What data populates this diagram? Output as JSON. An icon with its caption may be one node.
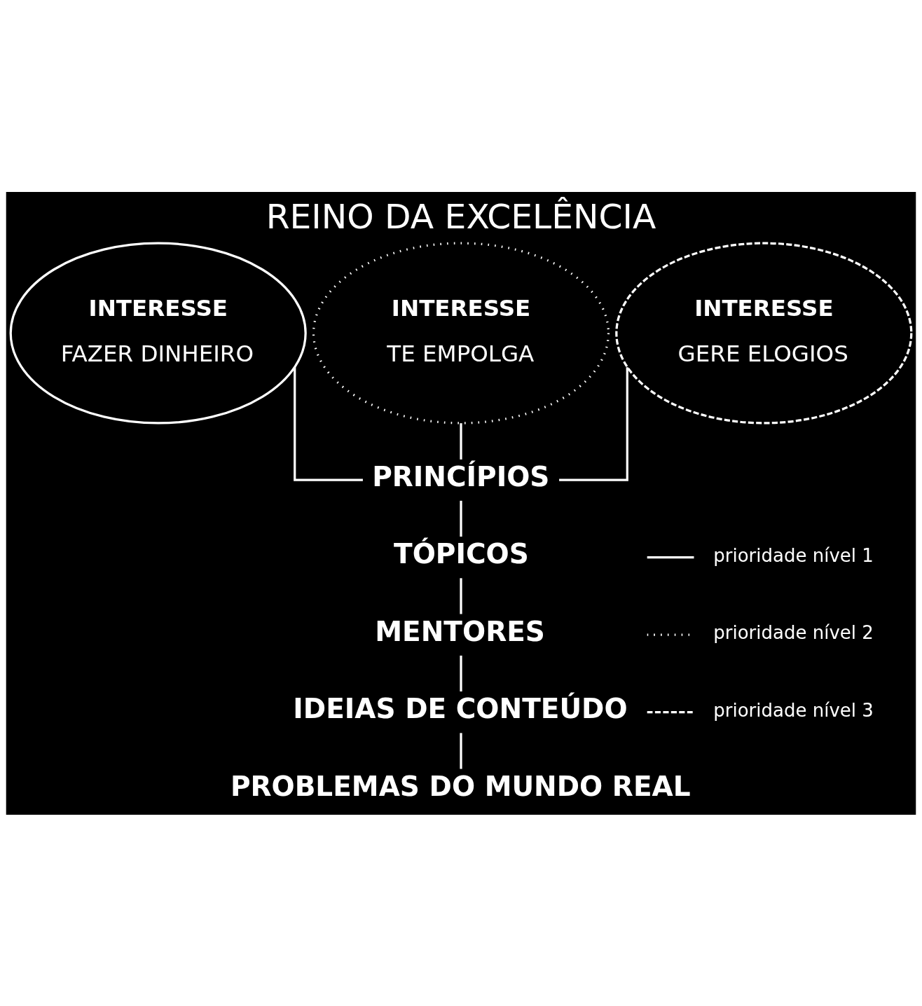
{
  "diagram": {
    "title": "REINO DA EXCELÊNCIA",
    "nodes": [
      {
        "text": [
          "INTERESSE",
          "FAZER DINHEIRO"
        ]
      },
      {
        "text": [
          "INTERESSE",
          "TE EMPOLGA"
        ]
      },
      {
        "text": [
          "INTERESSE",
          "GERE ELOGIOS"
        ]
      },
      {
        "text": [
          "PRINCÍPIOS"
        ]
      },
      {
        "text": [
          "TÓPICOS"
        ]
      },
      {
        "text": [
          "MENTORES"
        ]
      },
      {
        "text": [
          "IDEIAS DE CONTEÚDO"
        ]
      },
      {
        "text": [
          "PROBLEMAS DO MUNDO REAL"
        ]
      }
    ],
    "edges": [
      {
        "from": 0,
        "to": 3,
        "arrow": "none"
      },
      {
        "from": 1,
        "to": 3,
        "arrow": "none"
      },
      {
        "from": 2,
        "to": 3,
        "arrow": "none"
      },
      {
        "from": 3,
        "to": 4,
        "arrow": "none"
      },
      {
        "from": 4,
        "to": 5,
        "arrow": "none"
      },
      {
        "from": 5,
        "to": 6,
        "arrow": "none"
      },
      {
        "from": 6,
        "to": 7,
        "arrow": "none"
      }
    ],
    "legend": [
      {
        "text": "prioridade nível 1"
      },
      {
        "text": "prioridade nível 2"
      },
      {
        "text": "prioridade nível 3"
      }
    ]
  }
}
